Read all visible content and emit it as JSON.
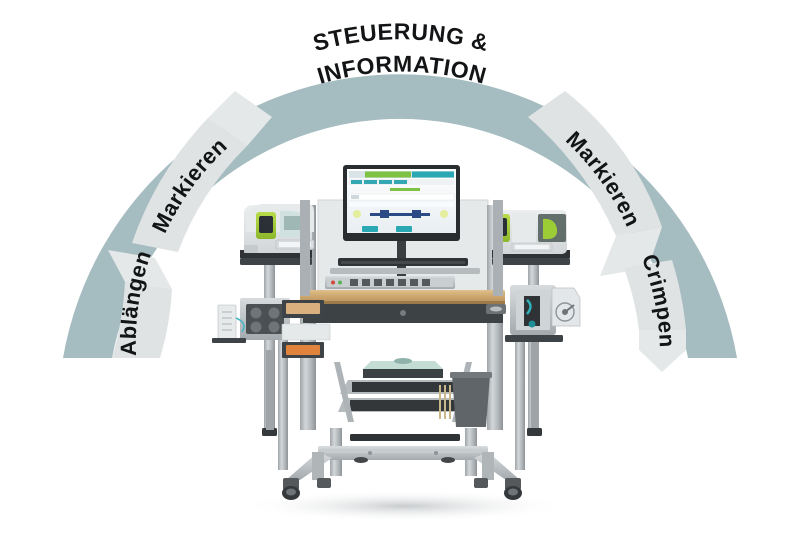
{
  "figure": {
    "kind": "process-arc-diagram",
    "language": "de",
    "background_color": "#ffffff"
  },
  "arc": {
    "band_color": "#a5bcc0",
    "segment_color": "#dfe3e4",
    "text_color": "#121416",
    "header": {
      "line1": "STEUERUNG &",
      "line2": "INFORMATION"
    },
    "segments": [
      {
        "id": "ablaengen",
        "label": "Ablängen",
        "side": "left",
        "order": 1
      },
      {
        "id": "markieren-links",
        "label": "Markieren",
        "side": "left",
        "order": 2
      },
      {
        "id": "markieren-rechts",
        "label": "Markieren",
        "side": "right",
        "order": 3
      },
      {
        "id": "crimpen",
        "label": "Crimpen",
        "side": "right",
        "order": 4
      }
    ]
  },
  "machine": {
    "name": "wire-processing-workstation",
    "monitor": {
      "label": "monitor-screen",
      "screen_bg": "#f2f5f7",
      "accent_green": "#8cc63f",
      "accent_teal": "#1f9aa8"
    },
    "modules": [
      {
        "id": "marking-printer-left",
        "label": "marking-printer-left",
        "accent": "#a8d133"
      },
      {
        "id": "marking-printer-right",
        "label": "marking-printer-right",
        "accent": "#a8d133"
      },
      {
        "id": "crimping-unit-right",
        "label": "crimping-unit-right",
        "accent": "#2b8f93"
      },
      {
        "id": "cutting-unit-left",
        "label": "cutting-unit-left",
        "accent": "#6b6f72"
      }
    ],
    "worktop_color": "#cda977",
    "frame_color": "#b4b9bc",
    "dark_color": "#3c4145"
  }
}
